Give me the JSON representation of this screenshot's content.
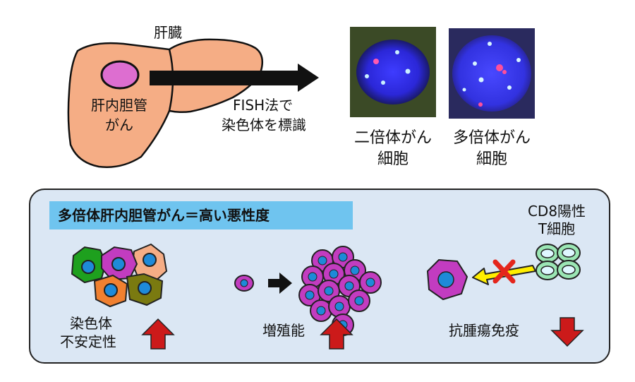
{
  "top": {
    "liver_label": "肝臓",
    "tumor_label_line1": "肝内胆管",
    "tumor_label_line2": "がん",
    "method_line1": "FISH法で",
    "method_line2": "染色体を標識",
    "diploid_line1": "二倍体がん",
    "diploid_line2": "細胞",
    "polyploid_line1": "多倍体がん",
    "polyploid_line2": "細胞"
  },
  "panel": {
    "banner": "多倍体肝内胆管がん＝高い悪性度",
    "tcell_line1": "CD8陽性",
    "tcell_line2": "T細胞",
    "instability_line1": "染色体",
    "instability_line2": "不安定性",
    "proliferation": "増殖能",
    "immunity": "抗腫瘍免疫"
  },
  "colors": {
    "liver": "#f5ad85",
    "tumor": "#dd6ed0",
    "panel_bg": "#dbe7f4",
    "banner": "#6fc4ef",
    "up_arrow": "#cc1a1a",
    "cell_nucleus": "#1e8ad8",
    "tcell": "#9be6b4",
    "block_x": "#e4261c",
    "blocked_arrow": "#ffee00"
  }
}
